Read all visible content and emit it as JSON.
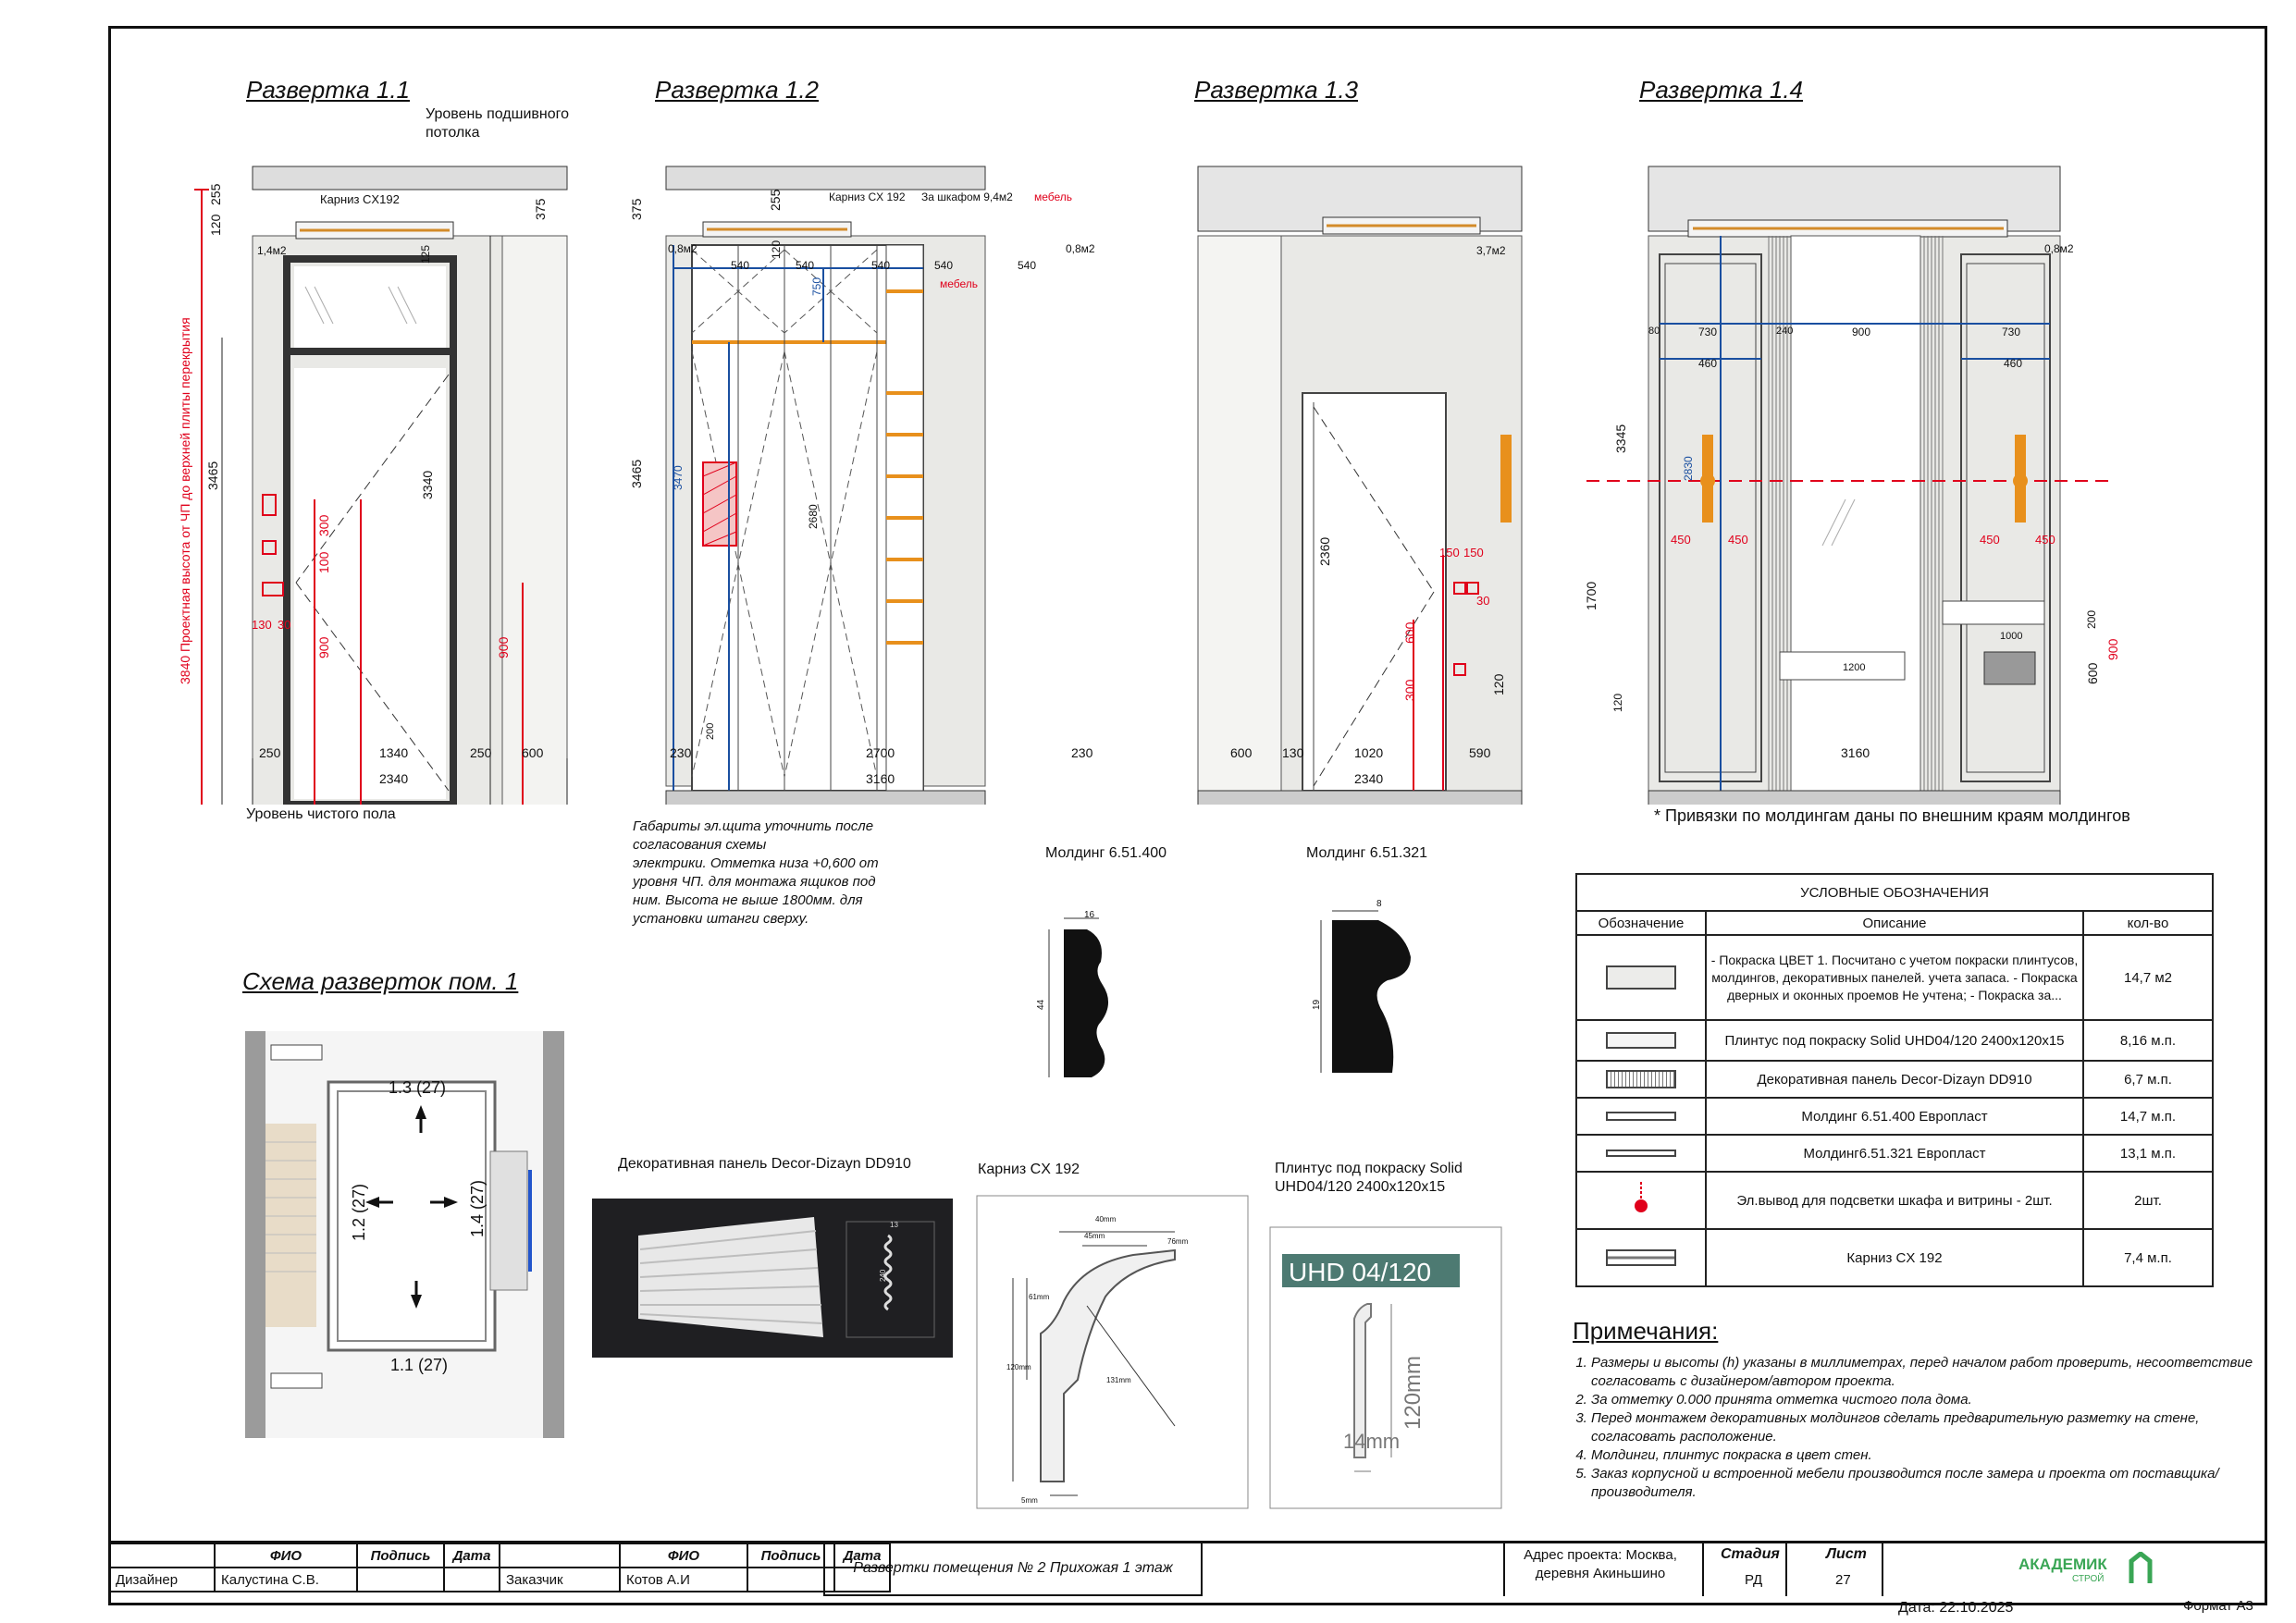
{
  "elevations": [
    {
      "title": "Развертка 1.1"
    },
    {
      "title": "Развертка 1.2"
    },
    {
      "title": "Развертка 1.3"
    },
    {
      "title": "Развертка 1.4"
    }
  ],
  "elev11": {
    "ceiling_level": "Уровень подшивного\nпотолка",
    "floor_level": "Уровень чистого пола",
    "cornice": "Карниз CX192",
    "vertical_label": "3840 Проектная высота от ЧП до верхней плиты перекрытия",
    "area": "1,4м2",
    "dims": {
      "h1": "255",
      "h2": "120",
      "h3": "3465",
      "h4": "3340",
      "h5": "375",
      "d300": "300",
      "d100": "100",
      "d900": "900",
      "d900b": "900",
      "d130": "130",
      "d30": "30",
      "d125": "125",
      "w250": "250",
      "w1340": "1340",
      "w250b": "250",
      "w600": "600",
      "w2340": "2340"
    }
  },
  "elev12": {
    "cornice": "Карниз CX 192",
    "above_cabinet": "За шкафом 9,4м2",
    "furniture": "мебель",
    "furniture2": "мебель",
    "area_left": "0,8м2",
    "area_right": "0,8м2",
    "panel_width": "540",
    "dims": {
      "h375": "375",
      "h255": "255",
      "h3465": "3465",
      "h3470": "3470",
      "h2680": "2680",
      "h750": "750",
      "h120": "120",
      "h200": "200",
      "w230": "230",
      "w2700": "2700",
      "w230b": "230",
      "w3160": "3160"
    },
    "note": [
      "Габариты эл.щита уточнить после",
      "согласования схемы",
      "электрики. Отметка низа +0,600 от",
      "уровня ЧП. для монтажа ящиков под",
      "ним. Высота не выше 1800мм. для",
      "установки штанги сверху."
    ]
  },
  "elev13": {
    "area": "3,7м2",
    "dims": {
      "h2360": "2360",
      "h600": "600",
      "h300": "300",
      "h120": "120",
      "d150": "150",
      "d150b": "150",
      "d30": "30",
      "w600": "600",
      "w130": "130",
      "w1020": "1020",
      "w590": "590",
      "w2340": "2340"
    }
  },
  "elev14": {
    "area": "0,8м2",
    "note": "* Привязки по молдингам даны по внешним краям молдингов",
    "dims": {
      "h3345": "3345",
      "h1700": "1700",
      "h2830": "2830",
      "h120": "120",
      "h600": "600",
      "h200": "200",
      "h900": "900",
      "h450": "450",
      "w80": "80",
      "w730": "730",
      "w460": "460",
      "w900": "900",
      "w240": "240",
      "w1200": "1200",
      "w1000": "1000",
      "w450": "450",
      "w3160": "3160"
    }
  },
  "moldings": {
    "m1_title": "Молдинг 6.51.400",
    "m1_w": "16",
    "m1_h": "44",
    "m2_title": "Молдинг 6.51.321",
    "m2_w": "8",
    "m2_h": "19"
  },
  "scheme": {
    "title": "Схема разверток пом. 1",
    "v11": "1.1 (27)",
    "v12": "1.2 (27)",
    "v13": "1.3 (27)",
    "v14": "1.4 (27)"
  },
  "samples": {
    "panel_title": "Декоративная панель Decor-Dizayn DD910",
    "panel_dim1": "13",
    "panel_dim2": "240",
    "cornice_title": "Карниз CX 192",
    "cornice_dims": [
      "40mm",
      "45mm",
      "76mm",
      "61mm",
      "120mm",
      "131mm",
      "5mm"
    ],
    "plinth_title": "Плинтус под покраску Solid\nUHD04/120 2400x120x15",
    "plinth_tag": "UHD 04/120",
    "plinth_h": "120mm",
    "plinth_w": "14mm"
  },
  "legend": {
    "title": "УСЛОВНЫЕ ОБОЗНАЧЕНИЯ",
    "headers": [
      "Обозначение",
      "Описание",
      "кол-во"
    ],
    "rows": [
      {
        "desc": "- Покраска ЦВЕТ 1. Посчитано с учетом покраски плинтусов, молдингов,  декоративных панелей.  учета запаса.                        - Покраска дверных и оконных проемов Не учтена;                  - Покраска за...",
        "qty": "14,7  м2"
      },
      {
        "desc": "Плинтус под покраску Solid UHD04/120 2400x120x15",
        "qty": "8,16 м.п."
      },
      {
        "desc": "Декоративная панель Decor-Dizayn DD910",
        "qty": "6,7 м.п."
      },
      {
        "desc": "Молдинг 6.51.400 Европласт",
        "qty": "14,7 м.п."
      },
      {
        "desc": "Молдинг6.51.321 Европласт",
        "qty": "13,1 м.п."
      },
      {
        "desc": "Эл.вывод для подсветки шкафа и витрины - 2шт.",
        "qty": "2шт."
      },
      {
        "desc": "Карниз CX 192",
        "qty": "7,4 м.п."
      }
    ]
  },
  "notes": {
    "title": "Примечания:",
    "items": [
      "Размеры и высоты (h) указаны в миллиметрах, перед началом работ проверить, несоответствие согласовать с дизайнером/автором проекта.",
      "За отметку 0.000 принята отметка чистого пола дома.",
      "Перед монтажем декоративных молдингов сделать предварительную разметку на стене, согласовать расположение.",
      "Молдинги, плинтус покраска в цвет стен.",
      "Заказ корпусной и встроенной мебели производится после замера и проекта от поставщика/производителя."
    ]
  },
  "stamp": {
    "h_fio": "ФИО",
    "h_sign": "Подпись",
    "h_date": "Дата",
    "h_fio2": "ФИО",
    "h_sign2": "Подпись",
    "h_date2": "Дата",
    "role1": "Дизайнер",
    "name1": "Калустина С.В.",
    "role2": "Заказчик",
    "name2": "Котов А.И",
    "sheet_title": "Развертки помещения № 2  Прихожая 1 этаж",
    "address": "Адрес проекта: Москва, деревня Акиньшино",
    "h_stage": "Стадия",
    "stage": "РД",
    "h_sheet": "Лист",
    "sheet": "27",
    "logo_text": "АКАДЕМИК",
    "logo_sub": "СТРОЙ",
    "date_label": "Дата: 22.10.2025",
    "format": "Формат А3"
  },
  "colors": {
    "dim_red": "#e0001b",
    "dim_blue": "#1a4fa0",
    "orange": "#e8901c",
    "wall": "#e9e9e6",
    "logo_green": "#3aa655"
  }
}
